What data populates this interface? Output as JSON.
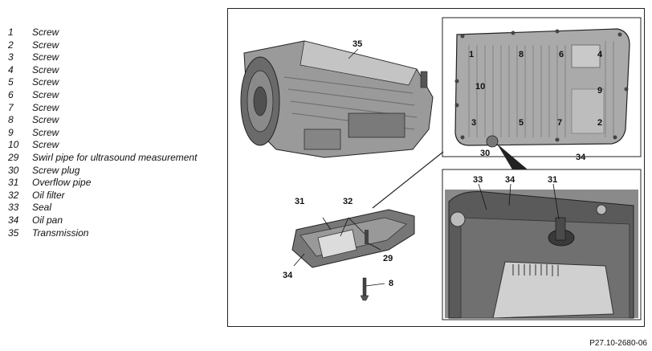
{
  "legend": [
    {
      "num": "1",
      "text": "Screw"
    },
    {
      "num": "2",
      "text": "Screw"
    },
    {
      "num": "3",
      "text": "Screw"
    },
    {
      "num": "4",
      "text": "Screw"
    },
    {
      "num": "5",
      "text": "Screw"
    },
    {
      "num": "6",
      "text": "Screw"
    },
    {
      "num": "7",
      "text": "Screw"
    },
    {
      "num": "8",
      "text": "Screw"
    },
    {
      "num": "9",
      "text": "Screw"
    },
    {
      "num": "10",
      "text": "Screw"
    },
    {
      "num": "29",
      "text": "Swirl pipe for ultrasound measurement"
    },
    {
      "num": "30",
      "text": "Screw plug"
    },
    {
      "num": "31",
      "text": "Overflow pipe"
    },
    {
      "num": "32",
      "text": "Oil filter"
    },
    {
      "num": "33",
      "text": "Seal"
    },
    {
      "num": "34",
      "text": "Oil pan"
    },
    {
      "num": "35",
      "text": "Transmission"
    }
  ],
  "callouts": {
    "transmission": "35",
    "pan_1": "1",
    "pan_8": "8",
    "pan_6": "6",
    "pan_4": "4",
    "pan_10": "10",
    "pan_9": "9",
    "pan_3": "3",
    "pan_5": "5",
    "pan_7": "7",
    "pan_2": "2",
    "pan_30": "30",
    "pan_34": "34",
    "assy_31": "31",
    "assy_32": "32",
    "assy_29": "29",
    "assy_34": "34",
    "assy_8": "8",
    "detail_33": "33",
    "detail_34": "34",
    "detail_31": "31"
  },
  "figure_code": "P27.10-2680-06",
  "colors": {
    "line": "#222222",
    "metal": "#9a9a9a",
    "dark_metal": "#5a5a5a",
    "pan": "#b0b0b0",
    "filter": "#d9d9d9"
  }
}
